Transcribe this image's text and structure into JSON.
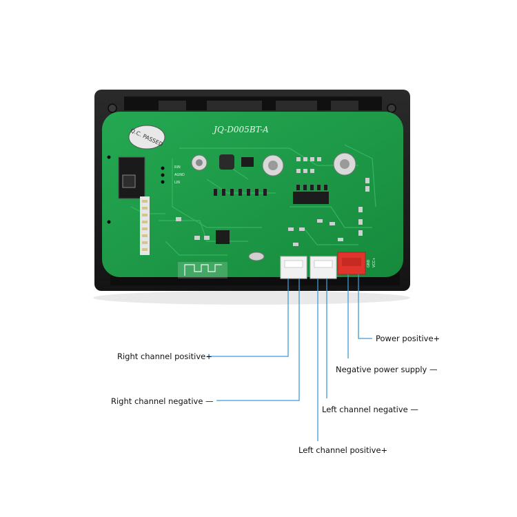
{
  "board": {
    "model_text": "JQ-D005BT-A",
    "qc_stamp": "Q.C. PASSED",
    "silkscreen": {
      "rin": "RIN",
      "agnd": "AGND",
      "lin": "LIN",
      "vcc": "VCC+",
      "gnd": "GND"
    }
  },
  "labels": {
    "power_positive": "Power positive+",
    "negative_power": "Negative power supply —",
    "right_positive": "Right channel positive+",
    "right_negative": "Right channel negative —",
    "left_negative": "Left channel negative —",
    "left_positive": "Left channel positive+"
  },
  "colors": {
    "pcb": "#1e9a46",
    "frame": "#1c1c1c",
    "leader": "#3d9bd6",
    "red_connector": "#e0352c",
    "white_connector": "#f1f1f1"
  }
}
